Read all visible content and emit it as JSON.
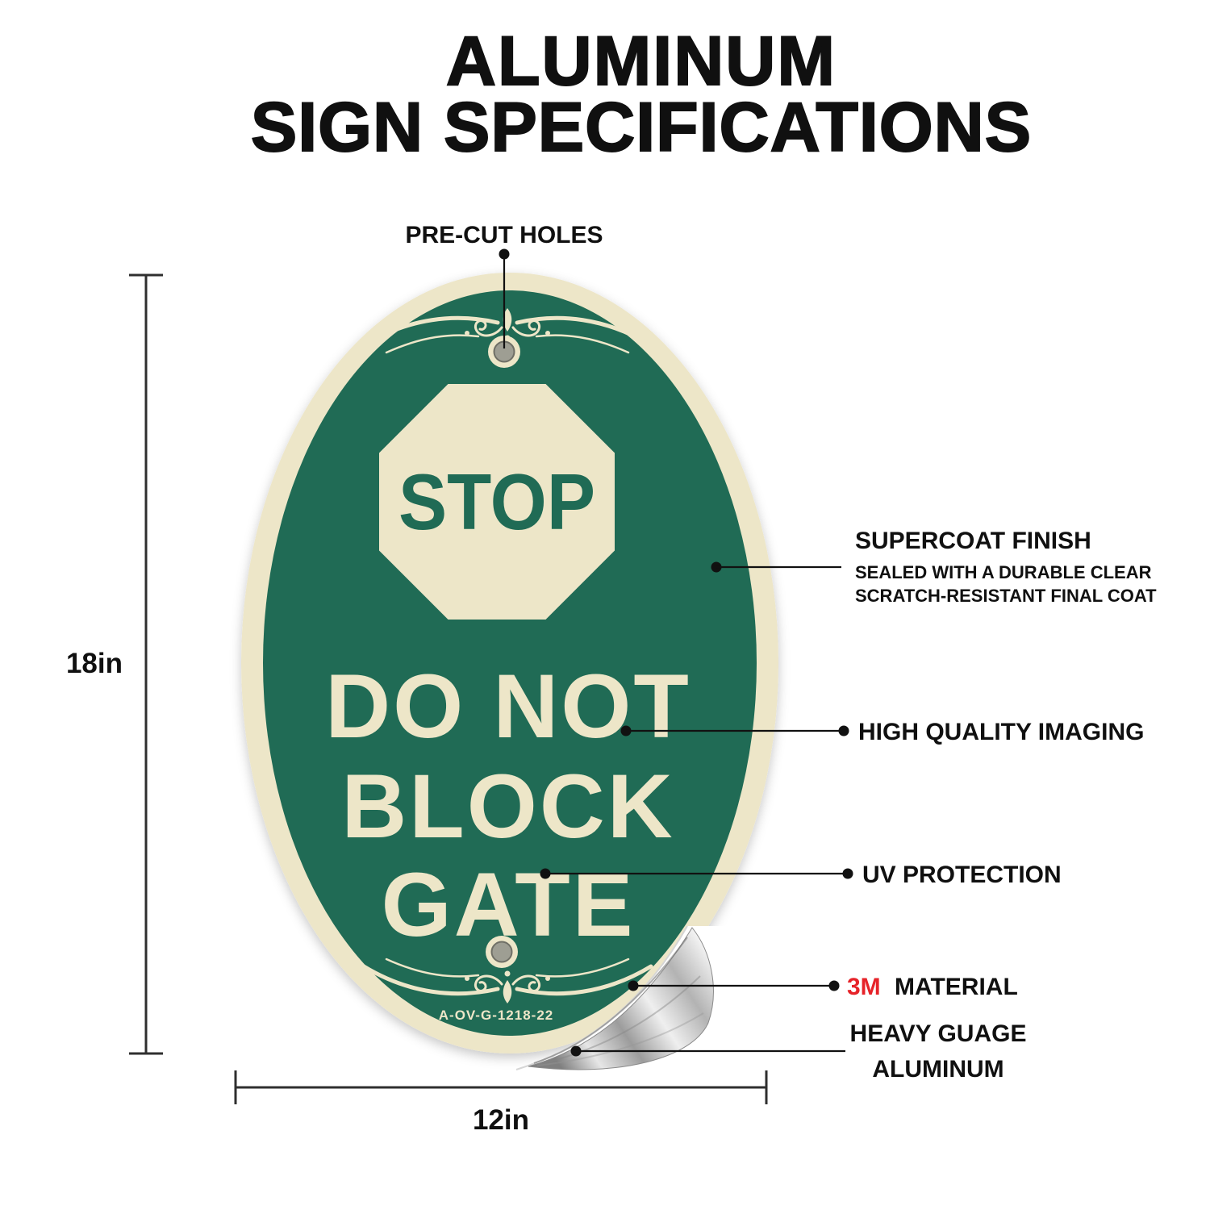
{
  "page_title": {
    "line1": "ALUMINUM",
    "line2": "SIGN SPECIFICATIONS"
  },
  "sign": {
    "stop_text": "STOP",
    "lines": [
      "DO NOT",
      "BLOCK",
      "GATE"
    ],
    "model_number": "A-OV-G-1218-22",
    "colors": {
      "green": "#206B55",
      "cream": "#EDE6C8",
      "hole_gray": "#9E9E93"
    }
  },
  "dimensions": {
    "height": "18in",
    "width": "12in"
  },
  "callouts": {
    "precut_holes": {
      "label": "PRE-CUT HOLES"
    },
    "supercoat": {
      "label": "SUPERCOAT FINISH",
      "sub_line1": "SEALED WITH A DURABLE CLEAR",
      "sub_line2": "SCRATCH-RESISTANT FINAL COAT"
    },
    "imaging": {
      "label": "HIGH QUALITY IMAGING"
    },
    "uv": {
      "label": "UV PROTECTION"
    },
    "material": {
      "brand": "3M",
      "label": "MATERIAL",
      "brand_color": "#E62329"
    },
    "aluminum": {
      "line1": "HEAVY GUAGE",
      "line2": "ALUMINUM"
    }
  }
}
